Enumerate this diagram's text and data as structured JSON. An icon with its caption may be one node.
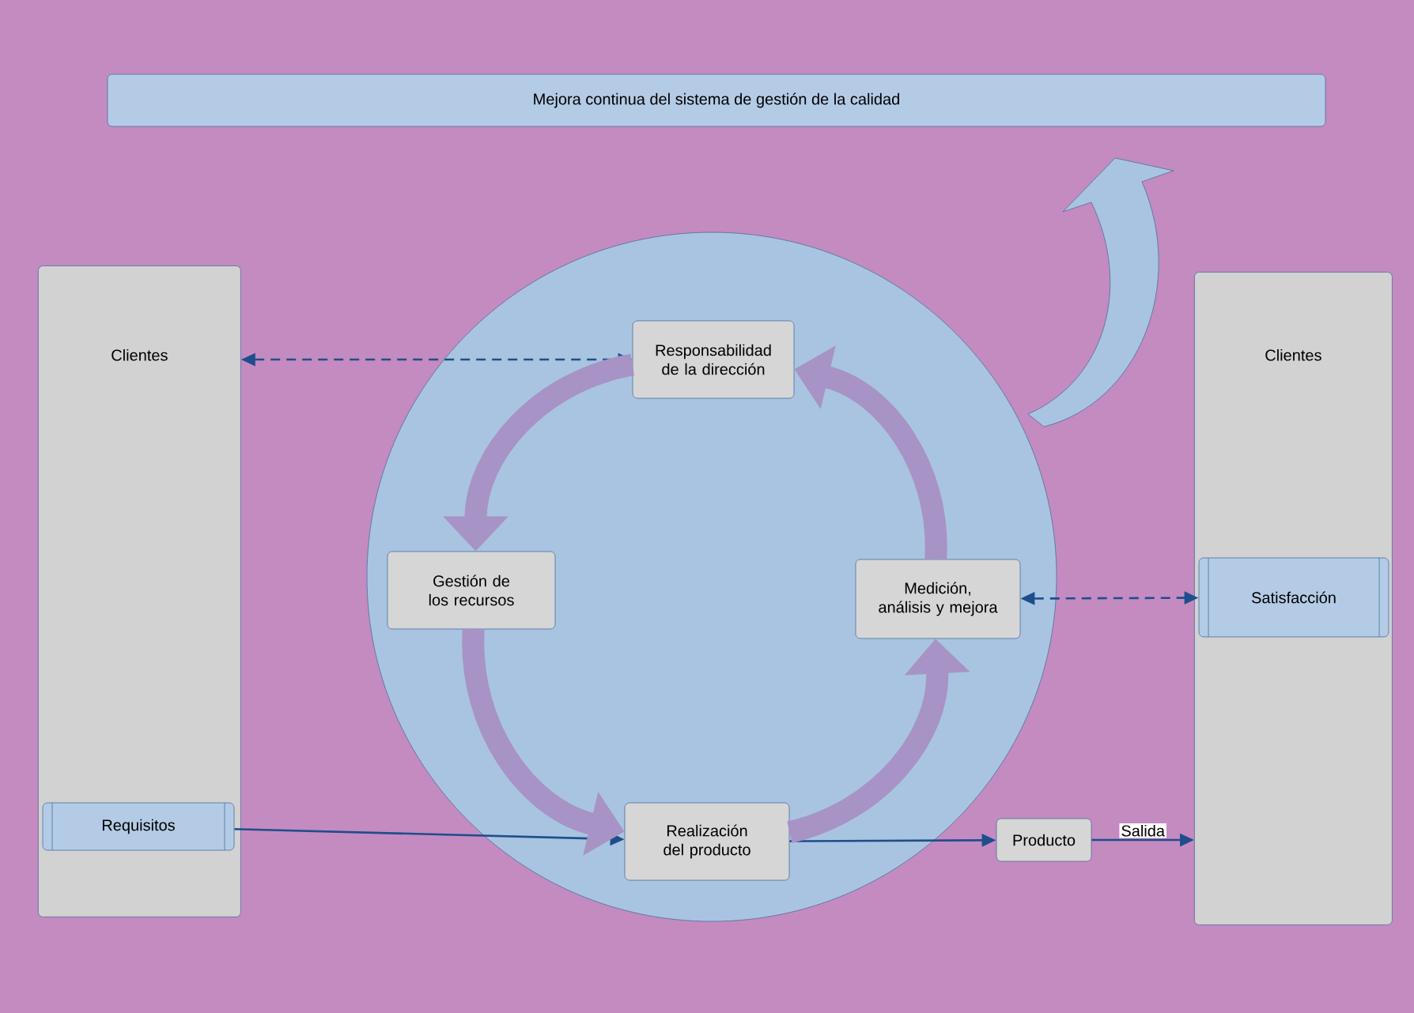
{
  "diagram": {
    "nodes": [
      {
        "text": [
          "Mejora continua del sistema de gestión de la calidad"
        ]
      },
      {
        "text": [
          "Clientes"
        ]
      },
      {
        "text": [
          "Requisitos"
        ],
        "in": 1
      },
      {
        "text": [],
        "shape": "circle"
      },
      {
        "text": [
          "Responsabilidad de la dirección"
        ],
        "in": 3
      },
      {
        "text": [
          "Gestión de los recursos"
        ],
        "in": 3
      },
      {
        "text": [
          "Medición, análisis y mejora"
        ],
        "in": 3
      },
      {
        "text": [
          "Realización del producto"
        ],
        "in": 3
      },
      {
        "text": [
          "Producto"
        ]
      },
      {
        "text": [
          "Clientes"
        ]
      },
      {
        "text": [
          "Satisfacción"
        ],
        "in": 9
      }
    ],
    "edges": [
      {
        "from": 1,
        "to": 4,
        "arrow": "both",
        "style": "dashed"
      },
      {
        "from": 6,
        "to": 10,
        "arrow": "both",
        "style": "dashed"
      },
      {
        "from": 2,
        "to": 7,
        "arrow": "to"
      },
      {
        "from": 7,
        "to": 8,
        "arrow": "to"
      },
      {
        "from": 8,
        "to": 9,
        "arrow": "to",
        "label": "Salida"
      },
      {
        "from": 4,
        "to": 5,
        "arrow": "to",
        "style": "thick",
        "color": "#a793c6"
      },
      {
        "from": 5,
        "to": 7,
        "arrow": "to",
        "style": "thick",
        "color": "#a793c6"
      },
      {
        "from": 7,
        "to": 6,
        "arrow": "to",
        "style": "thick",
        "color": "#a793c6"
      },
      {
        "from": 6,
        "to": 4,
        "arrow": "to",
        "style": "thick",
        "color": "#a793c6"
      }
    ]
  }
}
